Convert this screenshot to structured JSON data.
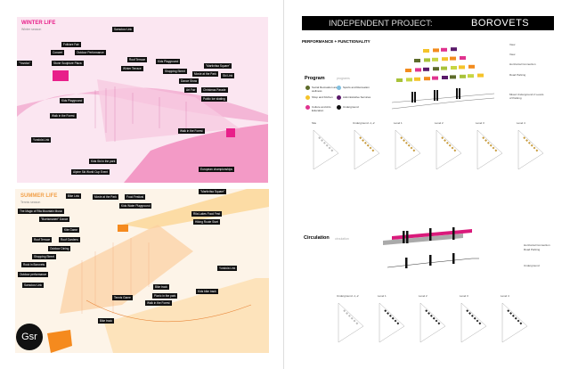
{
  "winter": {
    "title": "WINTER LIFE",
    "subtitle": "Winter season",
    "labels": [
      "Samokov Link",
      "Folklore Fair",
      "Concert",
      "Outdoor Performance",
      "\"Yovolvu\"",
      "Stone Sculpture Plaza",
      "Roof Terrace",
      "Kids Playground",
      "Winter Terrace",
      "Shopping Street",
      "\"Martinitsa Square\"",
      "Movie at the Park",
      "Ski Link",
      "Dance Show",
      "Art Fair",
      "Christmas Parade",
      "Public Ice skating",
      "Kids Playground",
      "Walk in the Forest",
      "Walk in the Forest",
      "Yundola Link",
      "Kids Ski in the park",
      "Alpine Ski World Cup Event",
      "European championships"
    ]
  },
  "summer": {
    "title": "SUMMER LIFE",
    "subtitle": "Tennis season",
    "labels": [
      "Bike Link",
      "Movie at the Park",
      "Food Festival",
      "Kids Water Playground",
      "\"Martinitsa Square\"",
      "The Magic of Rila Mountain Music",
      "\"Buetsmaneri\" Dance",
      "Kite Game",
      "Roof Terrace",
      "Roof Gardens",
      "Outdoor Dining",
      "Shopping Street",
      "Rock in Borovets",
      "Outdoor performance",
      "Samokov Link",
      "Rila Lakes Food Fest",
      "Hiking Route Start",
      "Yundola Link",
      "Bike track",
      "Picnic in the park",
      "Walk in the Forest",
      "Tennis Game",
      "Kids bike track",
      "Bike track"
    ]
  },
  "logo": "Gsr",
  "header": {
    "left": "INDEPENDENT PROJECT:",
    "right": "BOROVETS"
  },
  "performance": {
    "title": "PERFORMANCE + FUNCTIONALITY",
    "program_title": "Program",
    "program_sub": "programs",
    "legend": [
      {
        "label": "Social Recreation and wellness",
        "color": "#5d6b2a"
      },
      {
        "label": "Shop and Kitchen",
        "color": "#f5c32a"
      },
      {
        "label": "Culture and Arts Education",
        "color": "#e0338f"
      },
      {
        "label": "Sports and Recreation",
        "color": "#7fbfe0"
      },
      {
        "label": "Administrative Services",
        "color": "#5a1a6a"
      },
      {
        "label": "Underground",
        "color": "#111111"
      }
    ],
    "levels": [
      "View",
      "View",
      "Horizontal Connection",
      "Road Parking",
      "Mixed Underground 2 Levels of Parking"
    ],
    "plans": [
      "Site",
      "Underground -1,-2",
      "Level 1",
      "Level 2",
      "Level 3",
      "Level 4"
    ]
  },
  "circulation": {
    "title": "Circulation",
    "sub": "circulation",
    "levels": [
      "Horizontal Connection",
      "Road Parking",
      "Underground"
    ],
    "plans": [
      "Underground -1,-2",
      "Level 1",
      "Level 2",
      "Level 3",
      "Level 4"
    ]
  }
}
